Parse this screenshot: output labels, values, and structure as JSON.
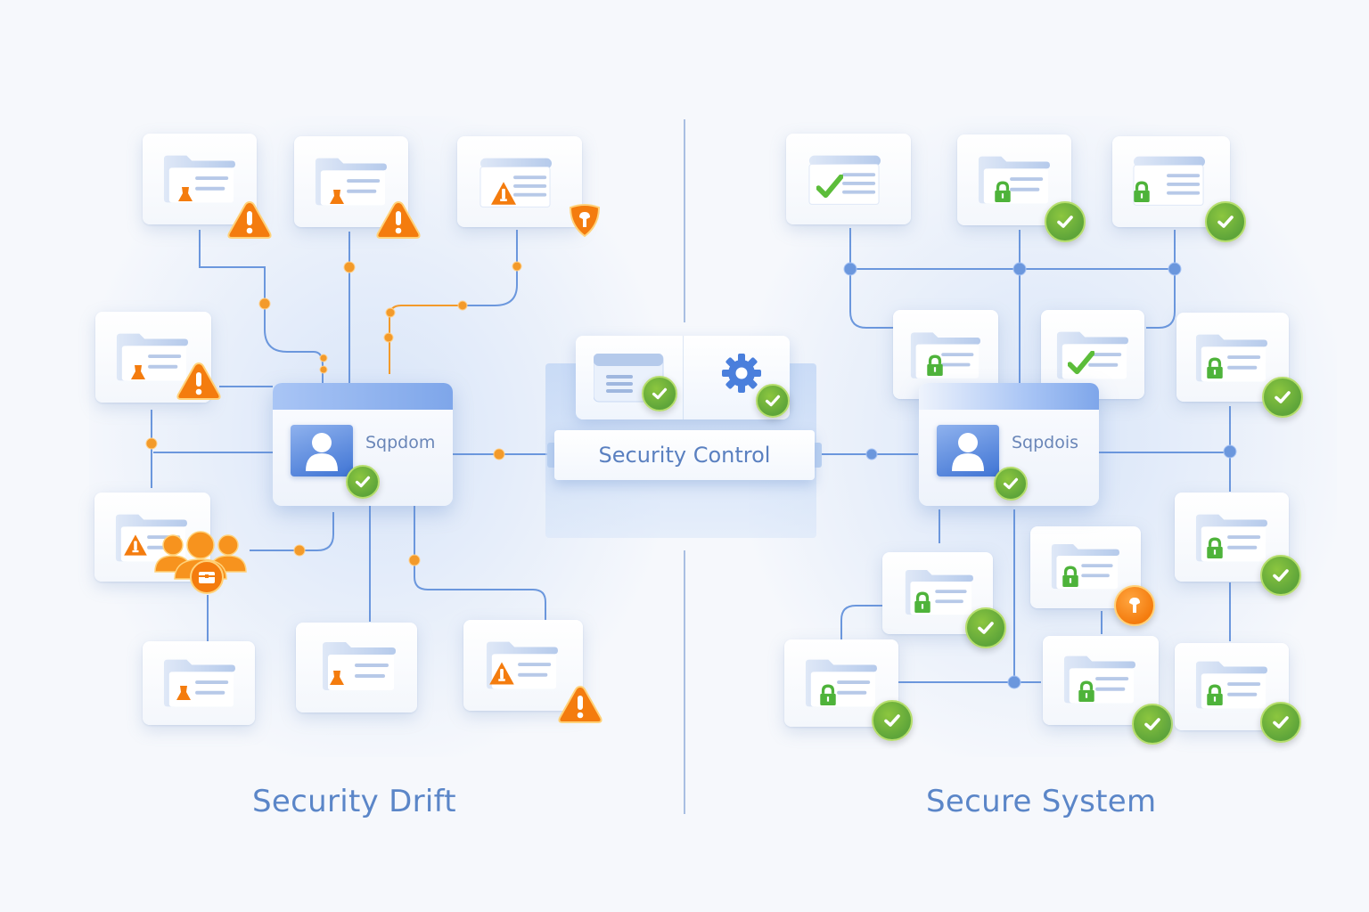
{
  "colors": {
    "background": "#f6f8fc",
    "accent_blue": "#5b86c8",
    "wire_blue": "#6b97dd",
    "wire_orange": "#f39a2a",
    "warning_orange": "#f47c0e",
    "success_green": "#5ea53a"
  },
  "left_panel": {
    "title": "Security Drift",
    "hub": {
      "label": "Sqpdom",
      "icon": "user-icon",
      "status": "check-icon"
    },
    "nodes": [
      {
        "icon": "folder-icon",
        "inner": "warning-person-icon",
        "badge": "warning-triangle-icon"
      },
      {
        "icon": "folder-icon",
        "inner": "warning-person-icon",
        "badge": "warning-triangle-icon"
      },
      {
        "icon": "window-icon",
        "inner": "warning-triangle-icon",
        "badge": "warning-shield-icon"
      },
      {
        "icon": "folder-icon",
        "inner": "warning-person-icon",
        "badge": "warning-triangle-icon"
      },
      {
        "icon": "folder-icon",
        "inner": "warning-triangle-icon",
        "badge": "user-group-icon"
      },
      {
        "icon": "folder-icon",
        "inner": "warning-person-icon",
        "badge": ""
      },
      {
        "icon": "folder-icon",
        "inner": "warning-person-icon",
        "badge": ""
      },
      {
        "icon": "folder-icon",
        "inner": "warning-triangle-icon",
        "badge": "warning-triangle-icon"
      }
    ]
  },
  "center": {
    "label": "Security Control",
    "items": [
      {
        "icon": "document-icon",
        "status": "check-icon"
      },
      {
        "icon": "gear-icon",
        "status": "check-icon"
      }
    ]
  },
  "right_panel": {
    "title": "Secure System",
    "hub": {
      "label": "Sqpdois",
      "icon": "user-icon",
      "status": "check-icon"
    },
    "nodes": [
      {
        "icon": "window-icon",
        "inner": "checkmark-icon",
        "badge": ""
      },
      {
        "icon": "folder-icon",
        "inner": "lock-icon",
        "badge": "check-icon"
      },
      {
        "icon": "window-icon",
        "inner": "lock-icon",
        "badge": "check-icon"
      },
      {
        "icon": "folder-icon",
        "inner": "lock-icon",
        "badge": ""
      },
      {
        "icon": "folder-icon",
        "inner": "checkmark-icon",
        "badge": ""
      },
      {
        "icon": "folder-icon",
        "inner": "lock-icon",
        "badge": "check-icon"
      },
      {
        "icon": "folder-icon",
        "inner": "lock-icon",
        "badge": "upload-icon"
      },
      {
        "icon": "folder-icon",
        "inner": "lock-icon",
        "badge": "check-icon"
      },
      {
        "icon": "folder-icon",
        "inner": "lock-icon",
        "badge": "check-icon"
      },
      {
        "icon": "folder-icon",
        "inner": "lock-icon",
        "badge": "check-icon"
      },
      {
        "icon": "folder-icon",
        "inner": "lock-icon",
        "badge": "check-icon"
      },
      {
        "icon": "folder-icon",
        "inner": "lock-icon",
        "badge": "check-icon"
      }
    ]
  }
}
